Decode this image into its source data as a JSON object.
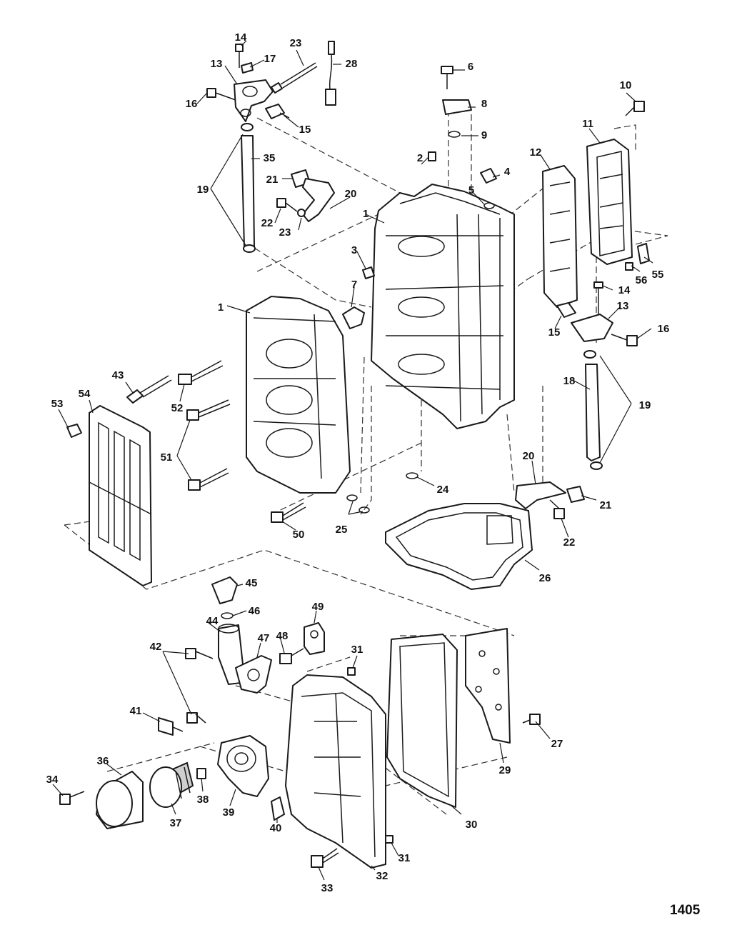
{
  "figure_number": "1405",
  "callouts": [
    {
      "id": "c14a",
      "text": "14"
    },
    {
      "id": "c17",
      "text": "17"
    },
    {
      "id": "c23a",
      "text": "23"
    },
    {
      "id": "c28",
      "text": "28"
    },
    {
      "id": "c13a",
      "text": "13"
    },
    {
      "id": "c16a",
      "text": "16"
    },
    {
      "id": "c15a",
      "text": "15"
    },
    {
      "id": "c35",
      "text": "35"
    },
    {
      "id": "c19a",
      "text": "19"
    },
    {
      "id": "c21a",
      "text": "21"
    },
    {
      "id": "c20a",
      "text": "20"
    },
    {
      "id": "c22a",
      "text": "22"
    },
    {
      "id": "c23b",
      "text": "23"
    },
    {
      "id": "c6",
      "text": "6"
    },
    {
      "id": "c8",
      "text": "8"
    },
    {
      "id": "c9",
      "text": "9"
    },
    {
      "id": "c10",
      "text": "10"
    },
    {
      "id": "c11",
      "text": "11"
    },
    {
      "id": "c12",
      "text": "12"
    },
    {
      "id": "c2",
      "text": "2"
    },
    {
      "id": "c4",
      "text": "4"
    },
    {
      "id": "c5",
      "text": "5"
    },
    {
      "id": "c1a",
      "text": "1"
    },
    {
      "id": "c3",
      "text": "3"
    },
    {
      "id": "c7",
      "text": "7"
    },
    {
      "id": "c56",
      "text": "56"
    },
    {
      "id": "c55",
      "text": "55"
    },
    {
      "id": "c14b",
      "text": "14"
    },
    {
      "id": "c13b",
      "text": "13"
    },
    {
      "id": "c15b",
      "text": "15"
    },
    {
      "id": "c16b",
      "text": "16"
    },
    {
      "id": "c1b",
      "text": "1"
    },
    {
      "id": "c18",
      "text": "18"
    },
    {
      "id": "c19b",
      "text": "19"
    },
    {
      "id": "c43",
      "text": "43"
    },
    {
      "id": "c52",
      "text": "52"
    },
    {
      "id": "c53",
      "text": "53"
    },
    {
      "id": "c54",
      "text": "54"
    },
    {
      "id": "c51",
      "text": "51"
    },
    {
      "id": "c20b",
      "text": "20"
    },
    {
      "id": "c21b",
      "text": "21"
    },
    {
      "id": "c24",
      "text": "24"
    },
    {
      "id": "c22b",
      "text": "22"
    },
    {
      "id": "c50",
      "text": "50"
    },
    {
      "id": "c25",
      "text": "25"
    },
    {
      "id": "c26",
      "text": "26"
    },
    {
      "id": "c45",
      "text": "45"
    },
    {
      "id": "c46",
      "text": "46"
    },
    {
      "id": "c49",
      "text": "49"
    },
    {
      "id": "c44",
      "text": "44"
    },
    {
      "id": "c47",
      "text": "47"
    },
    {
      "id": "c48",
      "text": "48"
    },
    {
      "id": "c31a",
      "text": "31"
    },
    {
      "id": "c42",
      "text": "42"
    },
    {
      "id": "c41",
      "text": "41"
    },
    {
      "id": "c27",
      "text": "27"
    },
    {
      "id": "c29",
      "text": "29"
    },
    {
      "id": "c36",
      "text": "36"
    },
    {
      "id": "c34",
      "text": "34"
    },
    {
      "id": "c38",
      "text": "38"
    },
    {
      "id": "c39",
      "text": "39"
    },
    {
      "id": "c37",
      "text": "37"
    },
    {
      "id": "c40",
      "text": "40"
    },
    {
      "id": "c30",
      "text": "30"
    },
    {
      "id": "c31b",
      "text": "31"
    },
    {
      "id": "c32",
      "text": "32"
    },
    {
      "id": "c33",
      "text": "33"
    }
  ]
}
